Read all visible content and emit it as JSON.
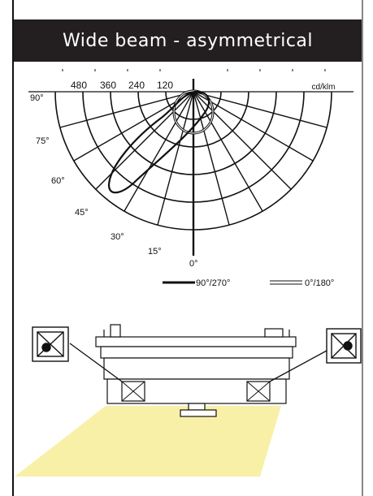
{
  "header": {
    "title": "Wide beam - asymmetrical"
  },
  "polar": {
    "radial_labels": [
      "480",
      "360",
      "240",
      "120"
    ],
    "unit": "cd/klm",
    "angle_labels": [
      "90°",
      "75°",
      "60°",
      "45°",
      "30°",
      "15°",
      "0°"
    ]
  },
  "legend": {
    "series_solid": "90°/270°",
    "series_double": "0°/180°"
  },
  "colors": {
    "header_bg": "#231f20",
    "beam": "#f9f0a8",
    "line": "#111111"
  },
  "icons": [
    "luminaire-symbol-icon",
    "luminaire-symbol-icon"
  ]
}
